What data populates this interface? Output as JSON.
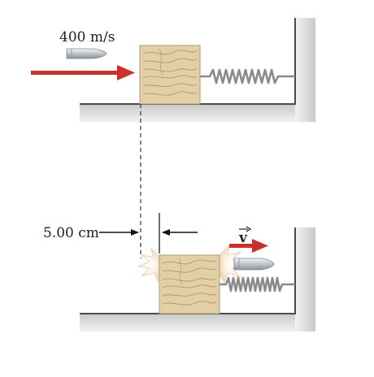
{
  "labels": {
    "speed": "400 m/s",
    "displacement": "5.00 cm",
    "velocity_symbol": "v"
  },
  "colors": {
    "arrow_red": "#c8302e",
    "block_fill": "#e2cfa8",
    "block_grain": "#a89266",
    "floor_shadow": "#d4d4d4",
    "spring": "#8a8a8a",
    "bullet": "#c6ccd2"
  }
}
